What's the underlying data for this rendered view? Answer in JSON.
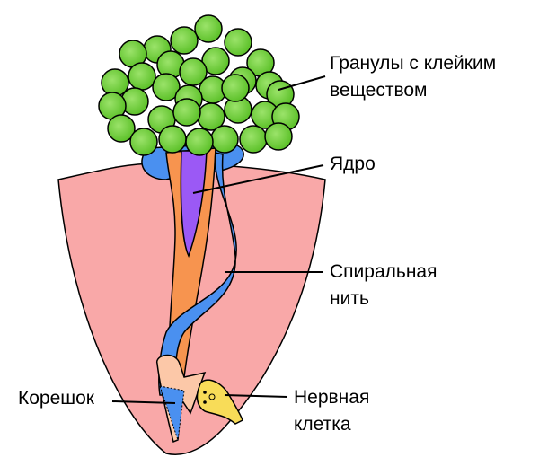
{
  "labels": {
    "granules_line1": "Гранулы с клейким",
    "granules_line2": "веществом",
    "nucleus": "Ядро",
    "thread_line1": "Спиральная",
    "thread_line2": "нить",
    "root": "Корешок",
    "nerve_line1": "Нервная",
    "nerve_line2": "клетка"
  },
  "colors": {
    "tissue": "#f9a8a8",
    "granule": "#5dc12a",
    "blue": "#4a90f0",
    "orange": "#f7944f",
    "purple": "#9b59f5",
    "root": "#fcc8a8",
    "nerve": "#f8dc58"
  }
}
